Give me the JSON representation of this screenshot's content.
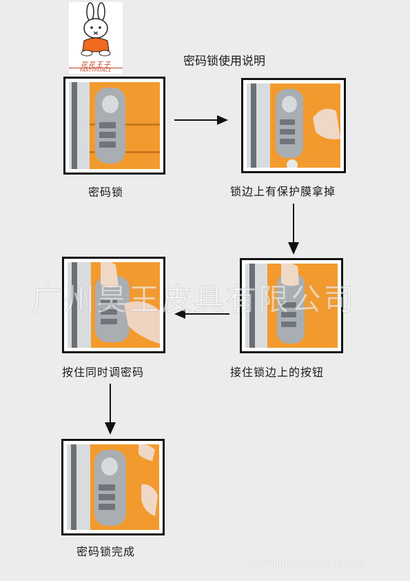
{
  "logo": {
    "brand_cn": "花花王子",
    "brand_en": "PARTYPRINCE"
  },
  "title": "密码锁使用说明",
  "steps": [
    {
      "caption": "密码锁"
    },
    {
      "caption": "锁边上有保护膜拿掉"
    },
    {
      "caption": "接住锁边上的按钮"
    },
    {
      "caption": "按住同时调密码"
    },
    {
      "caption": "密码锁完成"
    }
  ],
  "watermark": "广州昊王皮具有限公司",
  "footer": "asukajun.cn.alibaba.com",
  "colors": {
    "orange": "#f39a2e",
    "lock": "#a9aeb2",
    "frame": "#111111"
  }
}
